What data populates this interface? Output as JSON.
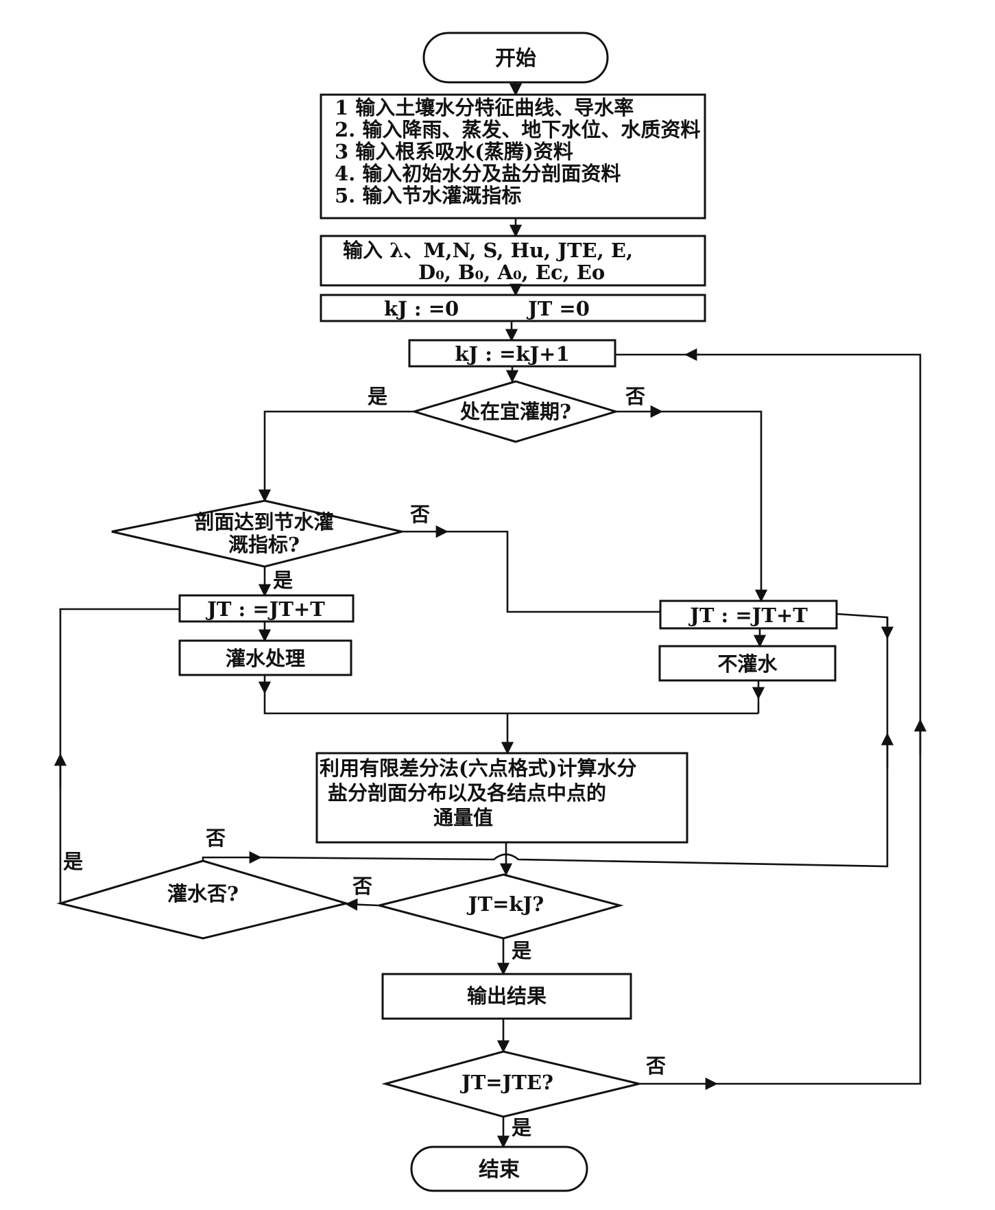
{
  "nodes": {
    "start": "开始",
    "input_block": {
      "lines": [
        "1 输入土壤水分特征曲线、导水率",
        "2. 输入降雨、蒸发、地下水位、水质资料",
        "3 输入根系吸水(蒸腾)资料",
        "4. 输入初始水分及盐分剖面资料",
        "5. 输入节水灌溉指标"
      ]
    },
    "input_params": {
      "line1": "输入 λ、M,N, S, Hu, JTE, E,",
      "line2": "D₀, B₀, A₀, Ec, Eo"
    },
    "init": {
      "kj": "kJ : =0",
      "jt": "JT =0"
    },
    "increment": "kJ : =kJ+1",
    "decision_irrigation_period": "处在宜灌期?",
    "decision_profile": {
      "line1": "剖面达到节水灌",
      "line2": "溉指标?"
    },
    "jt_update_left": "JT : =JT+T",
    "irrigate": "灌水处理",
    "jt_update_right": "JT : =JT+T",
    "no_irrigate": "不灌水",
    "compute": {
      "line1": "利用有限差分法(六点格式)计算水分",
      "line2": "盐分剖面分布以及各结点中点的",
      "line3": "通量值"
    },
    "decision_water": "灌水否?",
    "decision_jt_kj": "JT=kJ?",
    "output": "输出结果",
    "decision_jt_jte": "JT=JTE?",
    "end": "结束"
  },
  "labels": {
    "yes": "是",
    "no": "否"
  }
}
